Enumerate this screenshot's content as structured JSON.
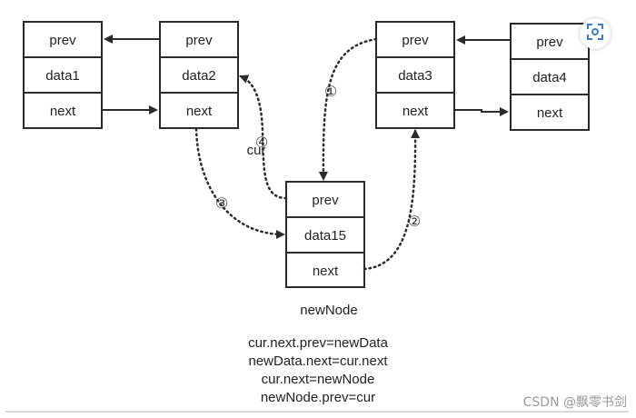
{
  "nodes": {
    "node1": {
      "prev": "prev",
      "data": "data1",
      "next": "next"
    },
    "node2": {
      "prev": "prev",
      "data": "data2",
      "next": "next"
    },
    "node3": {
      "prev": "prev",
      "data": "data3",
      "next": "next"
    },
    "node4": {
      "prev": "prev",
      "data": "data4",
      "next": "next"
    },
    "new_node": {
      "prev": "prev",
      "data": "data15",
      "next": "next",
      "label": "newNode"
    }
  },
  "steps": {
    "step1": "①",
    "step2": "②",
    "step3": "③",
    "step4": "④",
    "step4_note": "cur"
  },
  "code_lines": [
    "cur.next.prev=newData",
    "newData.next=cur.next",
    "cur.next=newNode",
    "newNode.prev=cur"
  ],
  "watermark": "CSDN @飘零书剑",
  "icons": {
    "scan": "scan-icon"
  }
}
